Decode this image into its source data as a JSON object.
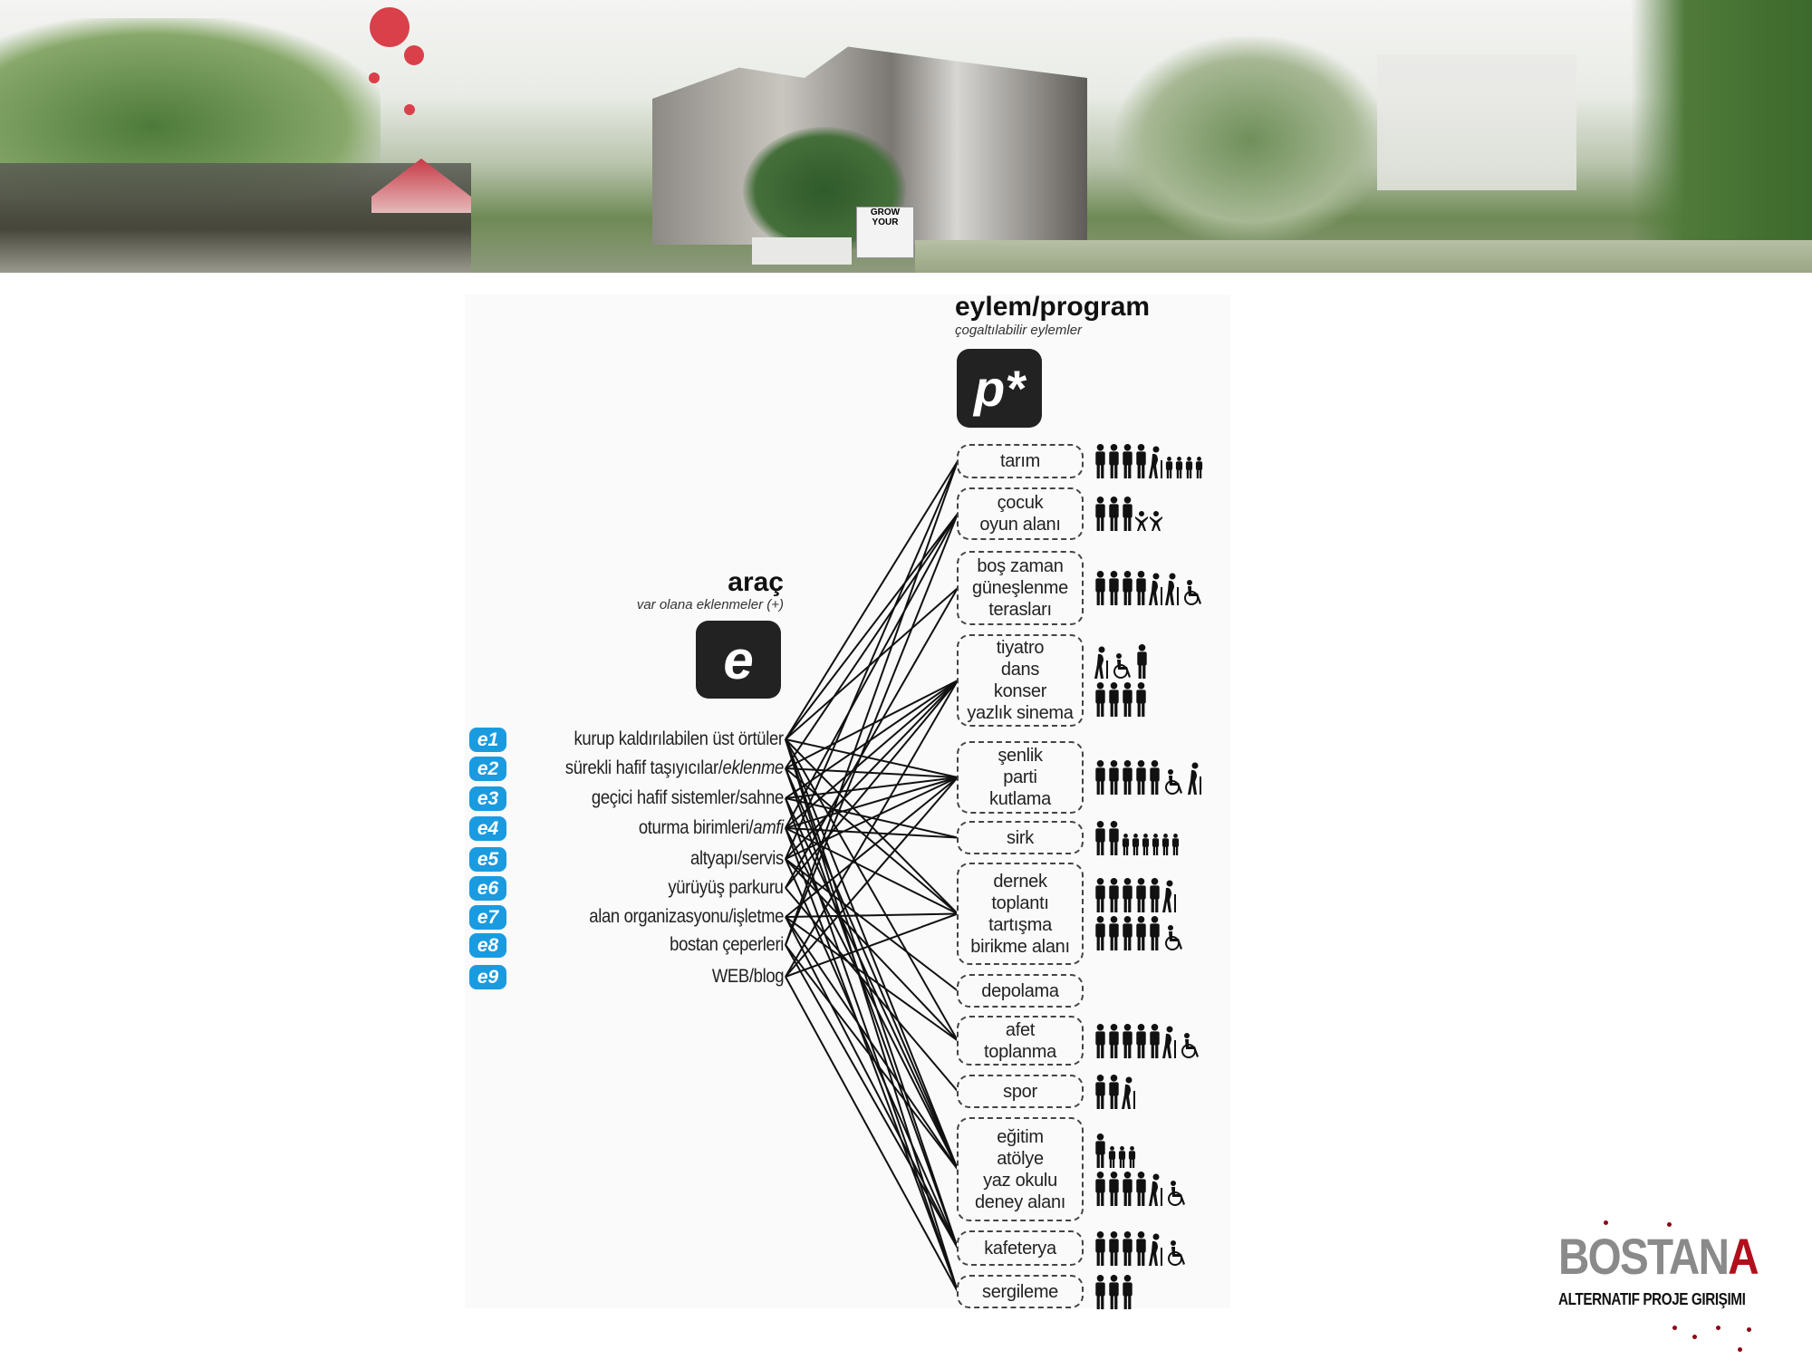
{
  "banner": {
    "sign_text": "GROW YOUR"
  },
  "right_column": {
    "title": "eylem/program",
    "subtitle": "çogaltılabilir eylemler",
    "symbol": "p*"
  },
  "left_column": {
    "title": "araç",
    "subtitle": "var olana eklenmeler (+)",
    "symbol": "e"
  },
  "tools": [
    {
      "id": "e1",
      "label": "kurup kaldırılabilen üst örtüler"
    },
    {
      "id": "e2",
      "label": "sürekli hafif taşıyıcılar/",
      "label_italic": "eklenme"
    },
    {
      "id": "e3",
      "label": "geçici hafif sistemler/sahne"
    },
    {
      "id": "e4",
      "label": "oturma birimleri/",
      "label_italic": "amfi"
    },
    {
      "id": "e5",
      "label": "altyapı/servis"
    },
    {
      "id": "e6",
      "label": "yürüyüş parkuru"
    },
    {
      "id": "e7",
      "label": "alan organizasyonu/işletme"
    },
    {
      "id": "e8",
      "label": "bostan çeperleri"
    },
    {
      "id": "e9",
      "label": "WEB/blog"
    }
  ],
  "programs": [
    {
      "id": "tarim",
      "label": "tarım",
      "icons": [
        [
          "adult",
          "adult",
          "adult",
          "adult",
          "elder",
          "small",
          "small",
          "small",
          "small"
        ]
      ]
    },
    {
      "id": "cocuk",
      "label": "çocuk\noyun alanı",
      "icons": [
        [
          "adult",
          "adult",
          "adult",
          "kid",
          "kid"
        ]
      ]
    },
    {
      "id": "bos",
      "label": "boş zaman\ngüneşlenme\nterasları",
      "icons": [
        [
          "adult",
          "adult",
          "adult",
          "adult",
          "elder",
          "elder",
          "wheelchair"
        ]
      ]
    },
    {
      "id": "tiyatro",
      "label": "tiyatro\ndans\nkonser\nyazlık sinema",
      "icons": [
        [
          "elder",
          "wheelchair",
          "adult"
        ],
        [
          "adult",
          "adult",
          "adult",
          "adult"
        ]
      ]
    },
    {
      "id": "senlik",
      "label": "şenlik\nparti\nkutlama",
      "icons": [
        [
          "adult",
          "adult",
          "adult",
          "adult",
          "adult",
          "wheelchair",
          "elder"
        ]
      ]
    },
    {
      "id": "sirk",
      "label": "sirk",
      "icons": [
        [
          "adult",
          "adult",
          "small",
          "small",
          "small",
          "small",
          "small",
          "small"
        ]
      ]
    },
    {
      "id": "dernek",
      "label": "dernek\ntoplantı\ntartışma\nbirikme alanı",
      "icons": [
        [
          "adult",
          "adult",
          "adult",
          "adult",
          "adult",
          "elder"
        ],
        [
          "adult",
          "adult",
          "adult",
          "adult",
          "adult",
          "wheelchair"
        ]
      ]
    },
    {
      "id": "depolama",
      "label": "depolama",
      "icons": []
    },
    {
      "id": "afet",
      "label": "afet\ntoplanma",
      "icons": [
        [
          "adult",
          "adult",
          "adult",
          "adult",
          "adult",
          "elder",
          "wheelchair"
        ]
      ]
    },
    {
      "id": "spor",
      "label": "spor",
      "icons": [
        [
          "adult",
          "adult",
          "elder"
        ]
      ]
    },
    {
      "id": "egitim",
      "label": "eğitim\natölye\nyaz okulu\ndeney alanı",
      "icons": [
        [
          "adult",
          "small",
          "small",
          "small"
        ],
        [
          "adult",
          "adult",
          "adult",
          "adult",
          "elder",
          "wheelchair"
        ]
      ]
    },
    {
      "id": "kafeterya",
      "label": "kafeterya",
      "icons": [
        [
          "adult",
          "adult",
          "adult",
          "adult",
          "elder",
          "wheelchair"
        ]
      ]
    },
    {
      "id": "sergileme",
      "label": "sergileme",
      "icons": [
        [
          "adult",
          "adult",
          "adult"
        ]
      ]
    }
  ],
  "connections": [
    [
      "e1",
      "tarim"
    ],
    [
      "e1",
      "cocuk"
    ],
    [
      "e1",
      "bos"
    ],
    [
      "e1",
      "senlik"
    ],
    [
      "e1",
      "dernek"
    ],
    [
      "e1",
      "afet"
    ],
    [
      "e1",
      "egitim"
    ],
    [
      "e1",
      "kafeterya"
    ],
    [
      "e1",
      "sergileme"
    ],
    [
      "e2",
      "cocuk"
    ],
    [
      "e2",
      "tiyatro"
    ],
    [
      "e2",
      "senlik"
    ],
    [
      "e2",
      "dernek"
    ],
    [
      "e2",
      "egitim"
    ],
    [
      "e2",
      "kafeterya"
    ],
    [
      "e3",
      "tiyatro"
    ],
    [
      "e3",
      "senlik"
    ],
    [
      "e3",
      "sirk"
    ],
    [
      "e3",
      "egitim"
    ],
    [
      "e3",
      "sergileme"
    ],
    [
      "e4",
      "cocuk"
    ],
    [
      "e4",
      "tiyatro"
    ],
    [
      "e4",
      "senlik"
    ],
    [
      "e4",
      "sirk"
    ],
    [
      "e4",
      "dernek"
    ],
    [
      "e4",
      "egitim"
    ],
    [
      "e4",
      "sergileme"
    ],
    [
      "e5",
      "tarim"
    ],
    [
      "e5",
      "tiyatro"
    ],
    [
      "e5",
      "senlik"
    ],
    [
      "e5",
      "depolama"
    ],
    [
      "e5",
      "afet"
    ],
    [
      "e5",
      "kafeterya"
    ],
    [
      "e6",
      "bos"
    ],
    [
      "e6",
      "tiyatro"
    ],
    [
      "e6",
      "spor"
    ],
    [
      "e7",
      "senlik"
    ],
    [
      "e7",
      "dernek"
    ],
    [
      "e7",
      "afet"
    ],
    [
      "e7",
      "egitim"
    ],
    [
      "e7",
      "kafeterya"
    ],
    [
      "e8",
      "tarim"
    ],
    [
      "e8",
      "cocuk"
    ],
    [
      "e8",
      "egitim"
    ],
    [
      "e8",
      "kafeterya"
    ],
    [
      "e9",
      "tiyatro"
    ],
    [
      "e9",
      "senlik"
    ],
    [
      "e9",
      "dernek"
    ],
    [
      "e9",
      "sergileme"
    ]
  ],
  "logo": {
    "main": "BOSTAN",
    "accent": "A",
    "tagline": "ALTERNATIF PROJE GIRIŞIMI"
  },
  "colors": {
    "badge": "#1a9be0",
    "logo_gray": "#8a8a8a",
    "logo_red": "#b0101c"
  }
}
